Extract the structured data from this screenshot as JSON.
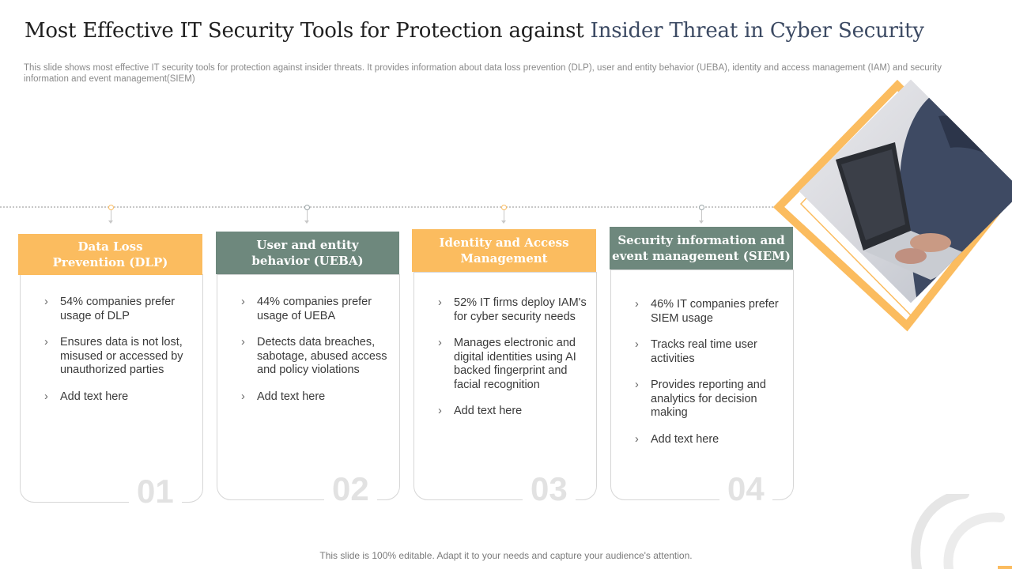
{
  "title": {
    "part1": "Most Effective IT Security Tools for Protection against ",
    "part2": "Insider Threat in Cyber Security"
  },
  "subtitle": "This slide shows most effective IT  security tools for protection against insider threats. It provides information about data loss prevention (DLP), user and entity behavior (UEBA), identity and access management (IAM)  and security information and event management(SIEM)",
  "colors": {
    "yellow": "#fbbc5f",
    "gray_green": "#6e887d",
    "title_accent": "#3c4a63"
  },
  "cards": [
    {
      "header": "Data Loss\nPrevention (DLP)",
      "number": "01",
      "items": [
        "54% companies prefer usage of DLP",
        "Ensures data is not lost, misused or accessed by unauthorized parties",
        "Add text here"
      ]
    },
    {
      "header": "User and entity\nbehavior (UEBA)",
      "number": "02",
      "items": [
        "44% companies prefer usage of UEBA",
        "Detects data breaches, sabotage, abused access and policy violations",
        "Add text here"
      ]
    },
    {
      "header": "Identity and Access\nManagement",
      "number": "03",
      "items": [
        "52% IT firms deploy IAM's  for cyber security needs",
        "Manages electronic and digital identities using AI backed fingerprint and facial recognition",
        "Add text here"
      ]
    },
    {
      "header": "Security information and\nevent management (SIEM)",
      "number": "04",
      "items": [
        "46% IT companies prefer SIEM usage",
        "Tracks real time user activities",
        "Provides reporting and analytics for decision making",
        "Add text here"
      ]
    }
  ],
  "bullet_glyph": "›",
  "footer": "This slide is 100% editable. Adapt it to your needs and capture your audience's attention."
}
